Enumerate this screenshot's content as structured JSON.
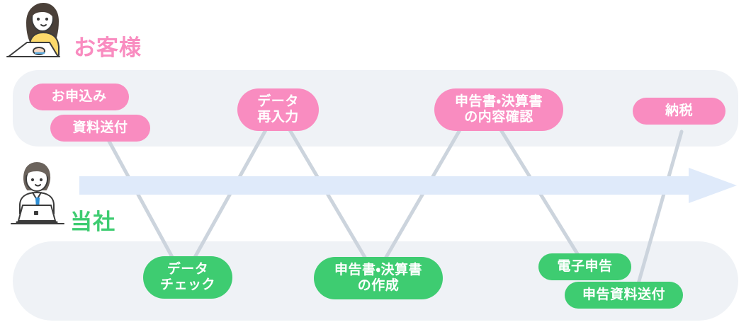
{
  "diagram": {
    "title_customer_row": "お客様",
    "title_company_row": "当社",
    "flow_direction": "left-to-right"
  },
  "colors": {
    "customer_pink": "#f98cc0",
    "company_green": "#3ecc71",
    "panel_background": "#eff2f6",
    "arrow_blue": "#dfeafa",
    "connector_gray": "#ccd4dd",
    "page_background": "#ffffff"
  },
  "roles": [
    {
      "id": "customer",
      "label": "お客様",
      "color": "#f98cc0",
      "icon": "person-with-laptop-woman-icon"
    },
    {
      "id": "company",
      "label": "当社",
      "color": "#3ecc71",
      "icon": "person-with-laptop-man-icon"
    }
  ],
  "customer_steps": [
    {
      "id": "application",
      "label": "お申込み"
    },
    {
      "id": "send-documents",
      "label": "資料送付"
    },
    {
      "id": "data-reentry",
      "label": "データ\n再入力"
    },
    {
      "id": "confirm-contents",
      "label": "申告書・決算書\nの内容確認"
    },
    {
      "id": "tax-payment",
      "label": "納税"
    }
  ],
  "company_steps": [
    {
      "id": "data-check",
      "label": "データ\nチェック"
    },
    {
      "id": "create-documents",
      "label": "申告書・決算書\nの作成"
    },
    {
      "id": "e-filing",
      "label": "電子申告"
    },
    {
      "id": "send-filing-docs",
      "label": "申告資料送付"
    }
  ],
  "flow_arrow": {
    "name": "process-timeline-arrow",
    "direction": "right"
  }
}
